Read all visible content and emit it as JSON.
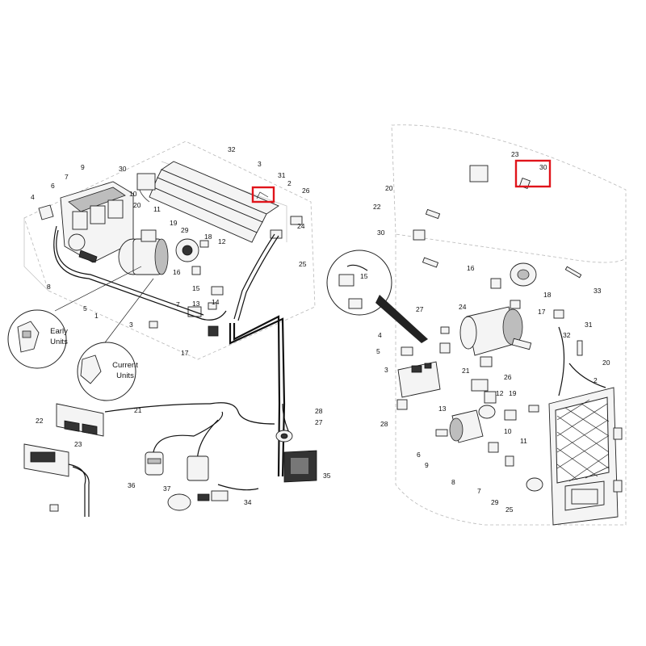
{
  "left_diagram": {
    "part_numbers": [
      "32",
      "30",
      "3",
      "31",
      "2",
      "26",
      "9",
      "7",
      "6",
      "4",
      "10",
      "20",
      "11",
      "19",
      "18",
      "12",
      "16",
      "15",
      "13",
      "24",
      "25",
      "29",
      "8",
      "5",
      "1",
      "7",
      "3",
      "17",
      "14",
      "22",
      "21",
      "23",
      "28",
      "27",
      "36",
      "37",
      "34",
      "35"
    ],
    "callouts": {
      "early": "Early\nUnits",
      "current": "Current\nUnits"
    },
    "highlighted_part": "2"
  },
  "right_diagram": {
    "part_numbers": [
      "23",
      "30",
      "20",
      "22",
      "30",
      "16",
      "18",
      "33",
      "24",
      "27",
      "17",
      "31",
      "32",
      "20",
      "4",
      "5",
      "3",
      "21",
      "12",
      "26",
      "2",
      "19",
      "13",
      "28",
      "6",
      "9",
      "10",
      "11",
      "8",
      "7",
      "29",
      "25",
      "15"
    ],
    "highlighted_part": "30"
  },
  "colors": {
    "highlight": "#e0141b",
    "line": "#111111",
    "ghost": "#b8b8b8"
  }
}
